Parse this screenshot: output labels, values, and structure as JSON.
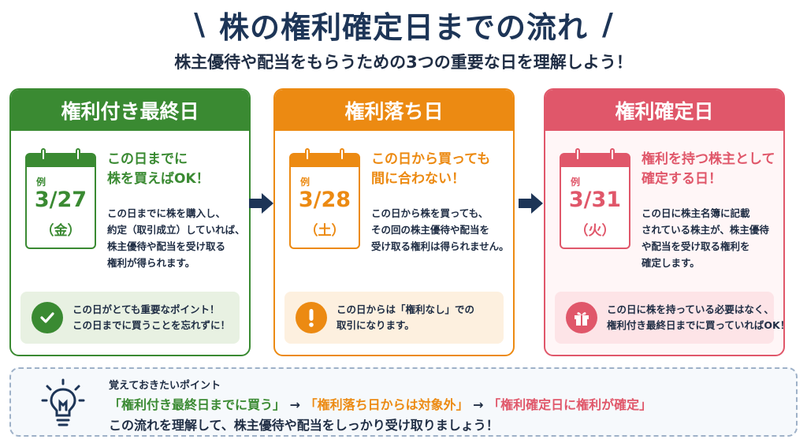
{
  "header": {
    "title": "株の権利確定日までの流れ",
    "slash_left": "\\",
    "slash_right": "/",
    "subtitle": "株主優待や配当をもらうための3つの重要な日を理解しよう！"
  },
  "cards": [
    {
      "title": "権利付き最終日",
      "color": "#3a8a32",
      "example_label": "例",
      "date": "3/27",
      "weekday": "（金）",
      "headline": [
        "この日までに",
        "株を買えばOK！"
      ],
      "body": [
        "この日までに株を購入し、",
        "約定（取引成立）していれば、",
        "株主優待や配当を受け取る",
        "権利が得られます。"
      ],
      "note": [
        "この日がとても重要なポイント！",
        "この日までに買うことを忘れずに！"
      ],
      "note_icon": "check-icon"
    },
    {
      "title": "権利落ち日",
      "color": "#ec8a12",
      "example_label": "例",
      "date": "3/28",
      "weekday": "（土）",
      "headline": [
        "この日から買っても",
        "間に合わない！"
      ],
      "body": [
        "この日から株を買っても、",
        "その回の株主優待や配当を",
        "受け取る権利は得られません。"
      ],
      "note": [
        "この日からは「権利なし」での",
        "取引になります。"
      ],
      "note_icon": "exclamation-icon"
    },
    {
      "title": "権利確定日",
      "color": "#e0576a",
      "example_label": "例",
      "date": "3/31",
      "weekday": "（火）",
      "headline": [
        "権利を持つ株主として",
        "確定する日！"
      ],
      "body": [
        "この日に株主名簿に記載",
        "されている株主が、株主優待",
        "や配当を受け取る権利を",
        "確定します。"
      ],
      "note": [
        "この日に株を持っている必要はなく、",
        "権利付き最終日までに買っていればOK！"
      ],
      "note_icon": "gift-icon"
    }
  ],
  "memo": {
    "title": "覚えておきたいポイント",
    "step1": "「権利付き最終日までに買う」",
    "arrow1": " → ",
    "step2": "「権利落ち日からは対象外」",
    "arrow2": " → ",
    "step3": "「権利確定日に権利が確定」",
    "line2": "この流れを理解して、株主優待や配当をしっかり受け取りましょう！",
    "icon": "lightbulb-icon"
  }
}
